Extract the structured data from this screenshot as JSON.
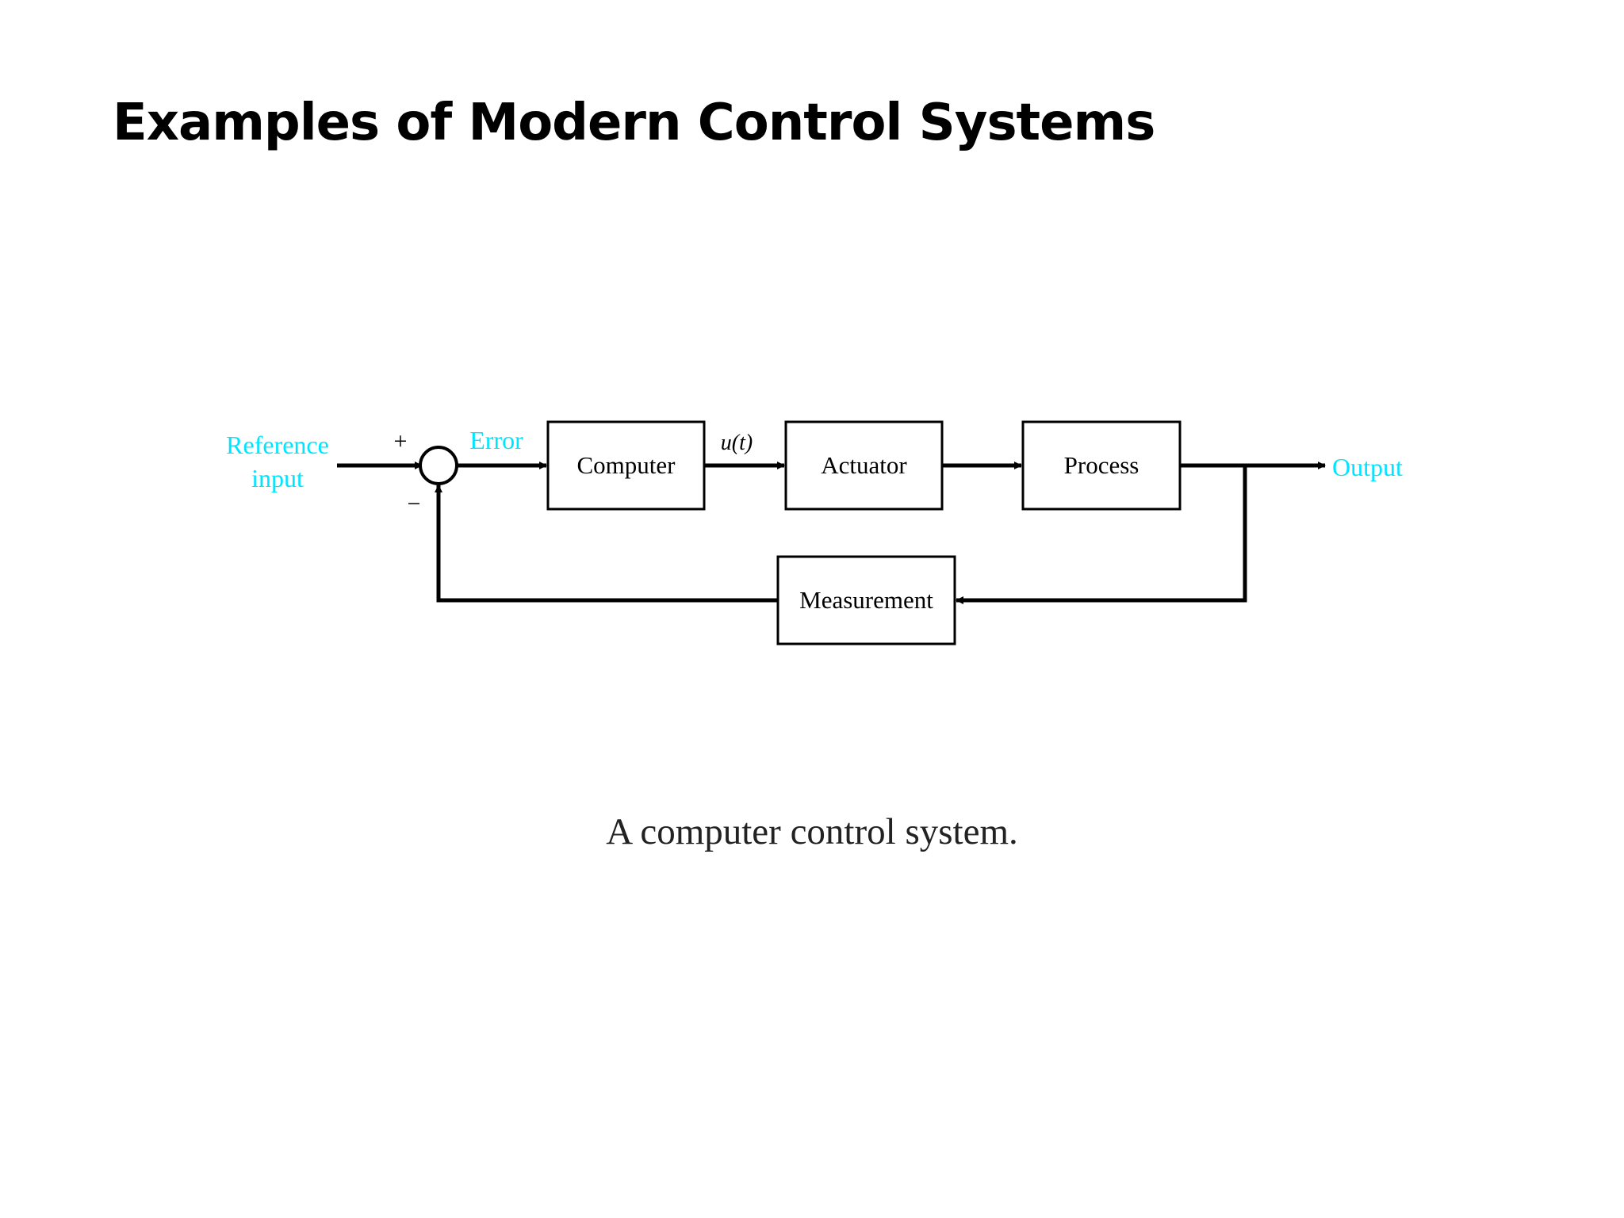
{
  "slide": {
    "title": "Examples of Modern Control Systems",
    "caption": "A computer control system."
  },
  "diagram": {
    "accent_color": "#00e5ff",
    "line_color": "#000000",
    "labels": {
      "reference_line1": "Reference",
      "reference_line2": "input",
      "plus": "+",
      "minus": "−",
      "error": "Error",
      "control_signal": "u(t)",
      "output": "Output"
    },
    "blocks": {
      "computer": "Computer",
      "actuator": "Actuator",
      "process": "Process",
      "measurement": "Measurement"
    }
  }
}
